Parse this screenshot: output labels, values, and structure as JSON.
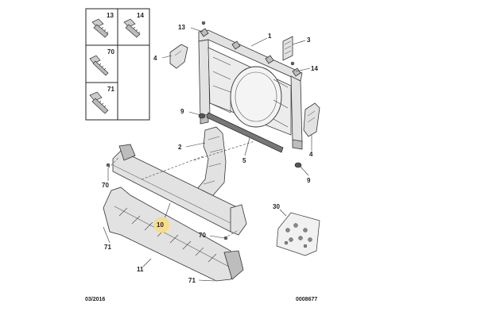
{
  "fastener_box": {
    "items": [
      {
        "num": "13",
        "icon": "bolt-flange-icon"
      },
      {
        "num": "14",
        "icon": "bolt-flange-icon"
      },
      {
        "num": "70",
        "icon": "screw-icon"
      },
      {
        "num": "71",
        "icon": "bolt-flange-icon"
      }
    ]
  },
  "callouts": {
    "c13": "13",
    "c1": "1",
    "c3": "3",
    "c4a": "4",
    "c14": "14",
    "c9a": "9",
    "c2": "2",
    "c5": "5",
    "c4b": "4",
    "c9b": "9",
    "c70a": "70",
    "c10": "10",
    "c30": "30",
    "c70b": "70",
    "c71a": "71",
    "c11": "11",
    "c71b": "71"
  },
  "footer": {
    "date": "03/2016",
    "ref": "0008677"
  },
  "colors": {
    "highlight": "#f7dc8c",
    "part_fill": "#e2e2e2",
    "line": "#333333"
  }
}
